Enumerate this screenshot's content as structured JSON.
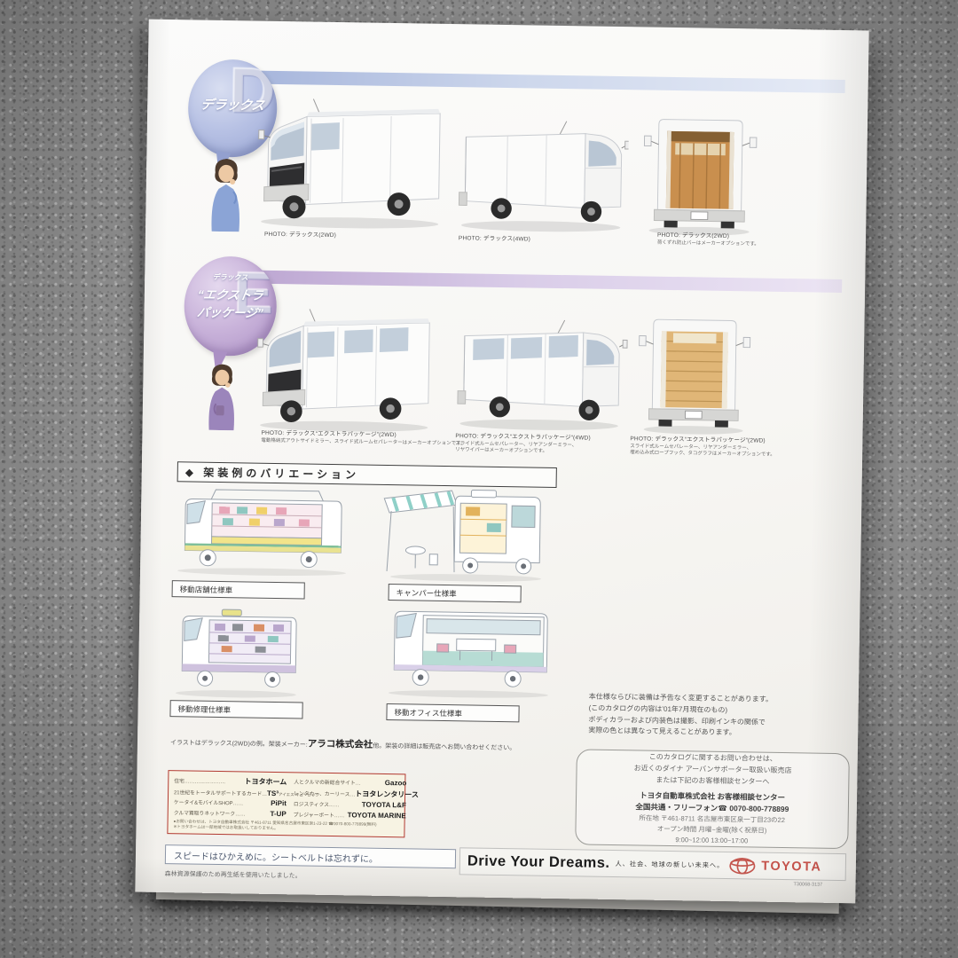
{
  "sections": {
    "deluxe": {
      "bubble": {
        "title": "デラックス",
        "letter": "D"
      },
      "photos": [
        {
          "caption": "PHOTO: デラックス(2WD)",
          "notes": []
        },
        {
          "caption": "PHOTO: デラックス(4WD)",
          "notes": []
        },
        {
          "caption": "PHOTO: デラックス(2WD)",
          "notes": [
            "荷くずれ防止バーはメーカーオプションです。"
          ]
        }
      ]
    },
    "extra": {
      "bubble": {
        "subtitle": "デラックス",
        "title_line1": "“エクストラ",
        "title_line2": "パッケージ”",
        "letter": "E"
      },
      "photos": [
        {
          "caption": "PHOTO: デラックス“エクストラパッケージ”(2WD)",
          "notes": [
            "電動格納式アウトサイドミラー、スライド式ルームセパレーターはメーカーオプションです。"
          ]
        },
        {
          "caption": "PHOTO: デラックス“エクストラパッケージ”(4WD)",
          "notes": [
            "スライド式ルームセパレーター、リヤアンダーミラー、",
            "リヤワイパーはメーカーオプションです。"
          ]
        },
        {
          "caption": "PHOTO: デラックス“エクストラパッケージ”(2WD)",
          "notes": [
            "スライド式ルームセパレーター、リヤアンダーミラー、",
            "埋め込み式ロープフック、タコグラフはメーカーオプションです。"
          ]
        }
      ]
    }
  },
  "variations": {
    "header": "◆ 架装例のバリエーション",
    "labels": [
      "移動店舗仕様車",
      "キャンパー仕様車",
      "移動修理仕様車",
      "移動オフィス仕様車"
    ]
  },
  "disclaimer": {
    "line1": "本仕様ならびに装備は予告なく変更することがあります。",
    "line2": "(このカタログの内容は’01年7月現在のもの)",
    "line3": "ボディカラーおよび内装色は撮影、印刷インキの関係で",
    "line4": "実際の色とは異なって見えることがあります。"
  },
  "illustration_note": {
    "prefix": "イラストはデラックス(2WD)の例。架装メーカー:",
    "maker": "アラコ株式会社",
    "suffix": "他。架装の詳細は販売店へお問い合わせください。"
  },
  "contact": {
    "line1": "このカタログに関するお問い合わせは、",
    "line2": "お近くのダイナ アーバンサポーター取扱い販売店",
    "line3": "または下記のお客様相談センターへ",
    "company": "トヨタ自動車株式会社 お客様相談センター",
    "phone": "全国共通・フリーフォン☎ 0070-800-778899",
    "address": "所在地 〒461-8711 名古屋市東区泉一丁目23の22",
    "hours1": "オープン時間 月曜~金曜(除く祝祭日)",
    "hours2": "9:00~12:00 13:00~17:00"
  },
  "services": {
    "rows_left": [
      {
        "label": "住宅……………………",
        "value": "トヨタホーム"
      },
      {
        "label": "21世紀をトータルサポートするカード…",
        "value": "TS³",
        "value_note": "アイエス キュービック"
      },
      {
        "label": "ケータイ&モバイルSHOP……",
        "value": "PiPit"
      },
      {
        "label": "クルマ買取りネットワーク……",
        "value": "T-UP"
      }
    ],
    "rows_right": [
      {
        "label": "人とクルマの新総合サイト…",
        "value": "Gazoo"
      },
      {
        "label": "レンタカー、カーリース…",
        "value": "トヨタレンタリース"
      },
      {
        "label": "ロジスティクス……",
        "value": "TOYOTA L&F"
      },
      {
        "label": "プレジャーボート……",
        "value": "TOYOTA MARINE"
      }
    ],
    "footnote1": "●お問い合わせは、トヨタ自動車株式会社 〒461-8711 愛知県名古屋市東区泉1-23-22 ☎0070-800-778899(無料)",
    "footnote2": "※トヨタホームは一部地域ではお取扱いしておりません。"
  },
  "footer": {
    "safety": "スピードはひかえめに。シートベルトは忘れずに。",
    "recycle": "森林資源保護のため再生紙を使用いたしました。",
    "slogan": "Drive Your Dreams.",
    "tagline": "人、社会、地球の新しい未来へ。",
    "brand": "TOYOTA",
    "code": "T30068-3137"
  }
}
